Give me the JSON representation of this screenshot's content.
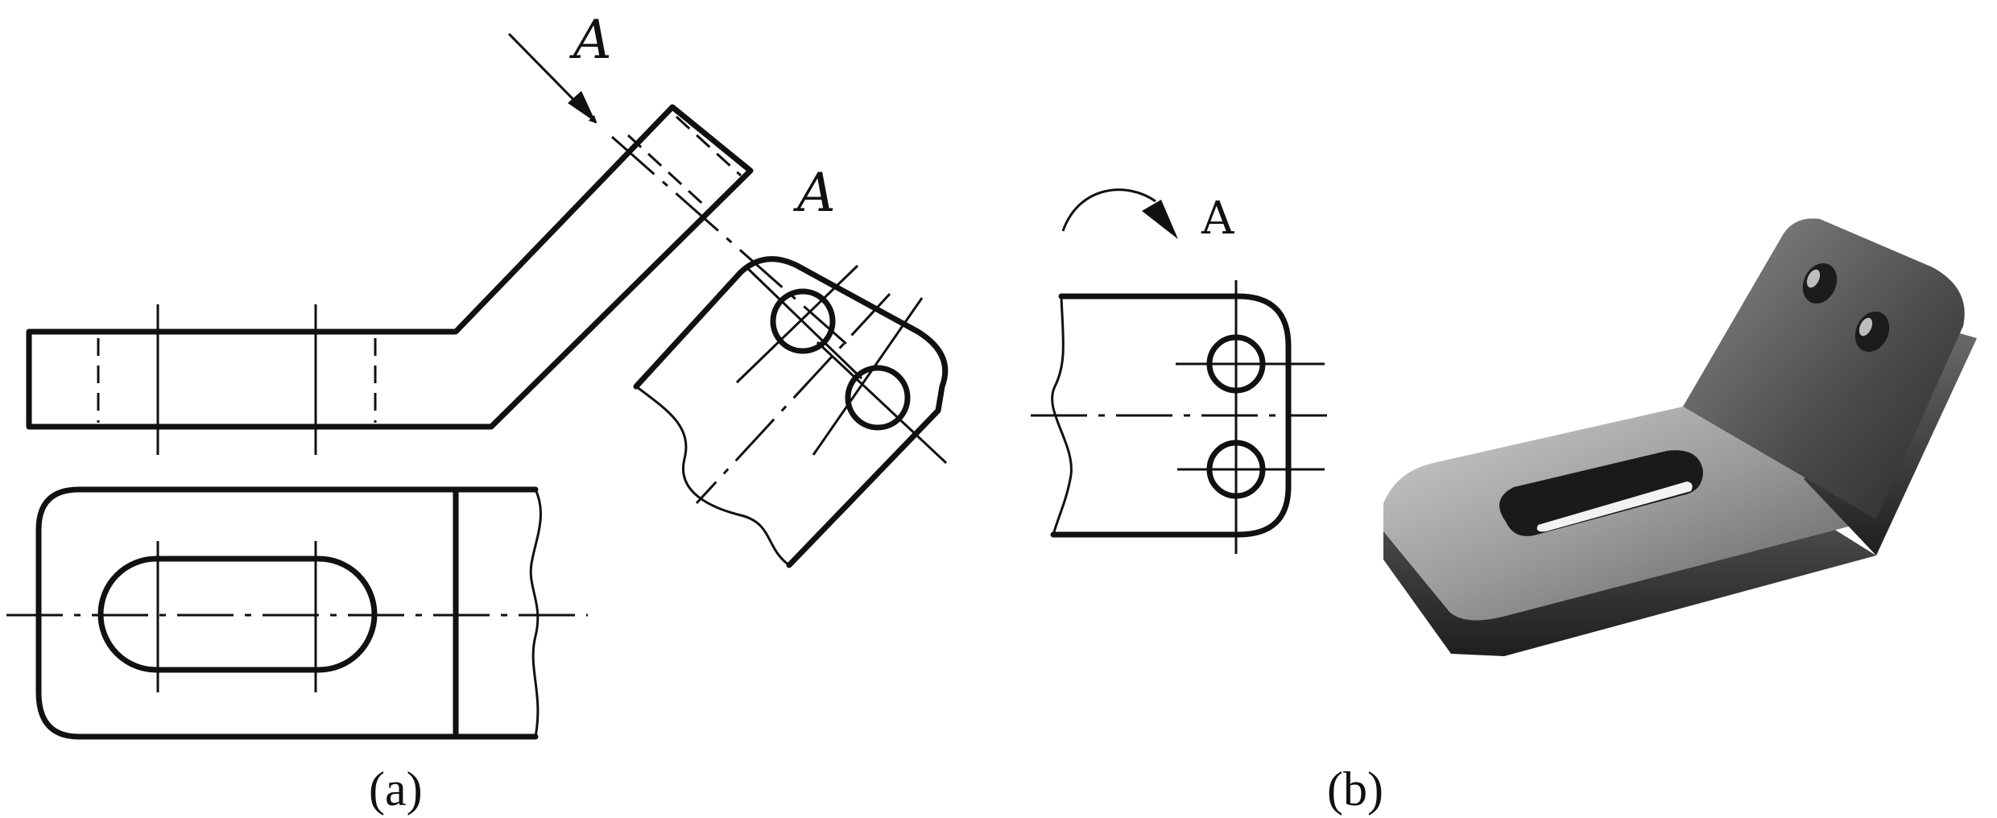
{
  "view_labels": {
    "direction_arrow": "A",
    "aux_view": "A",
    "rotated_view": "A"
  },
  "captions": {
    "a": "(a)",
    "b": "(b)"
  },
  "colors": {
    "line": "#111111",
    "background": "#ffffff",
    "part_shade_dark": "#2a2a2a",
    "part_shade_light": "#d8d8d8"
  }
}
